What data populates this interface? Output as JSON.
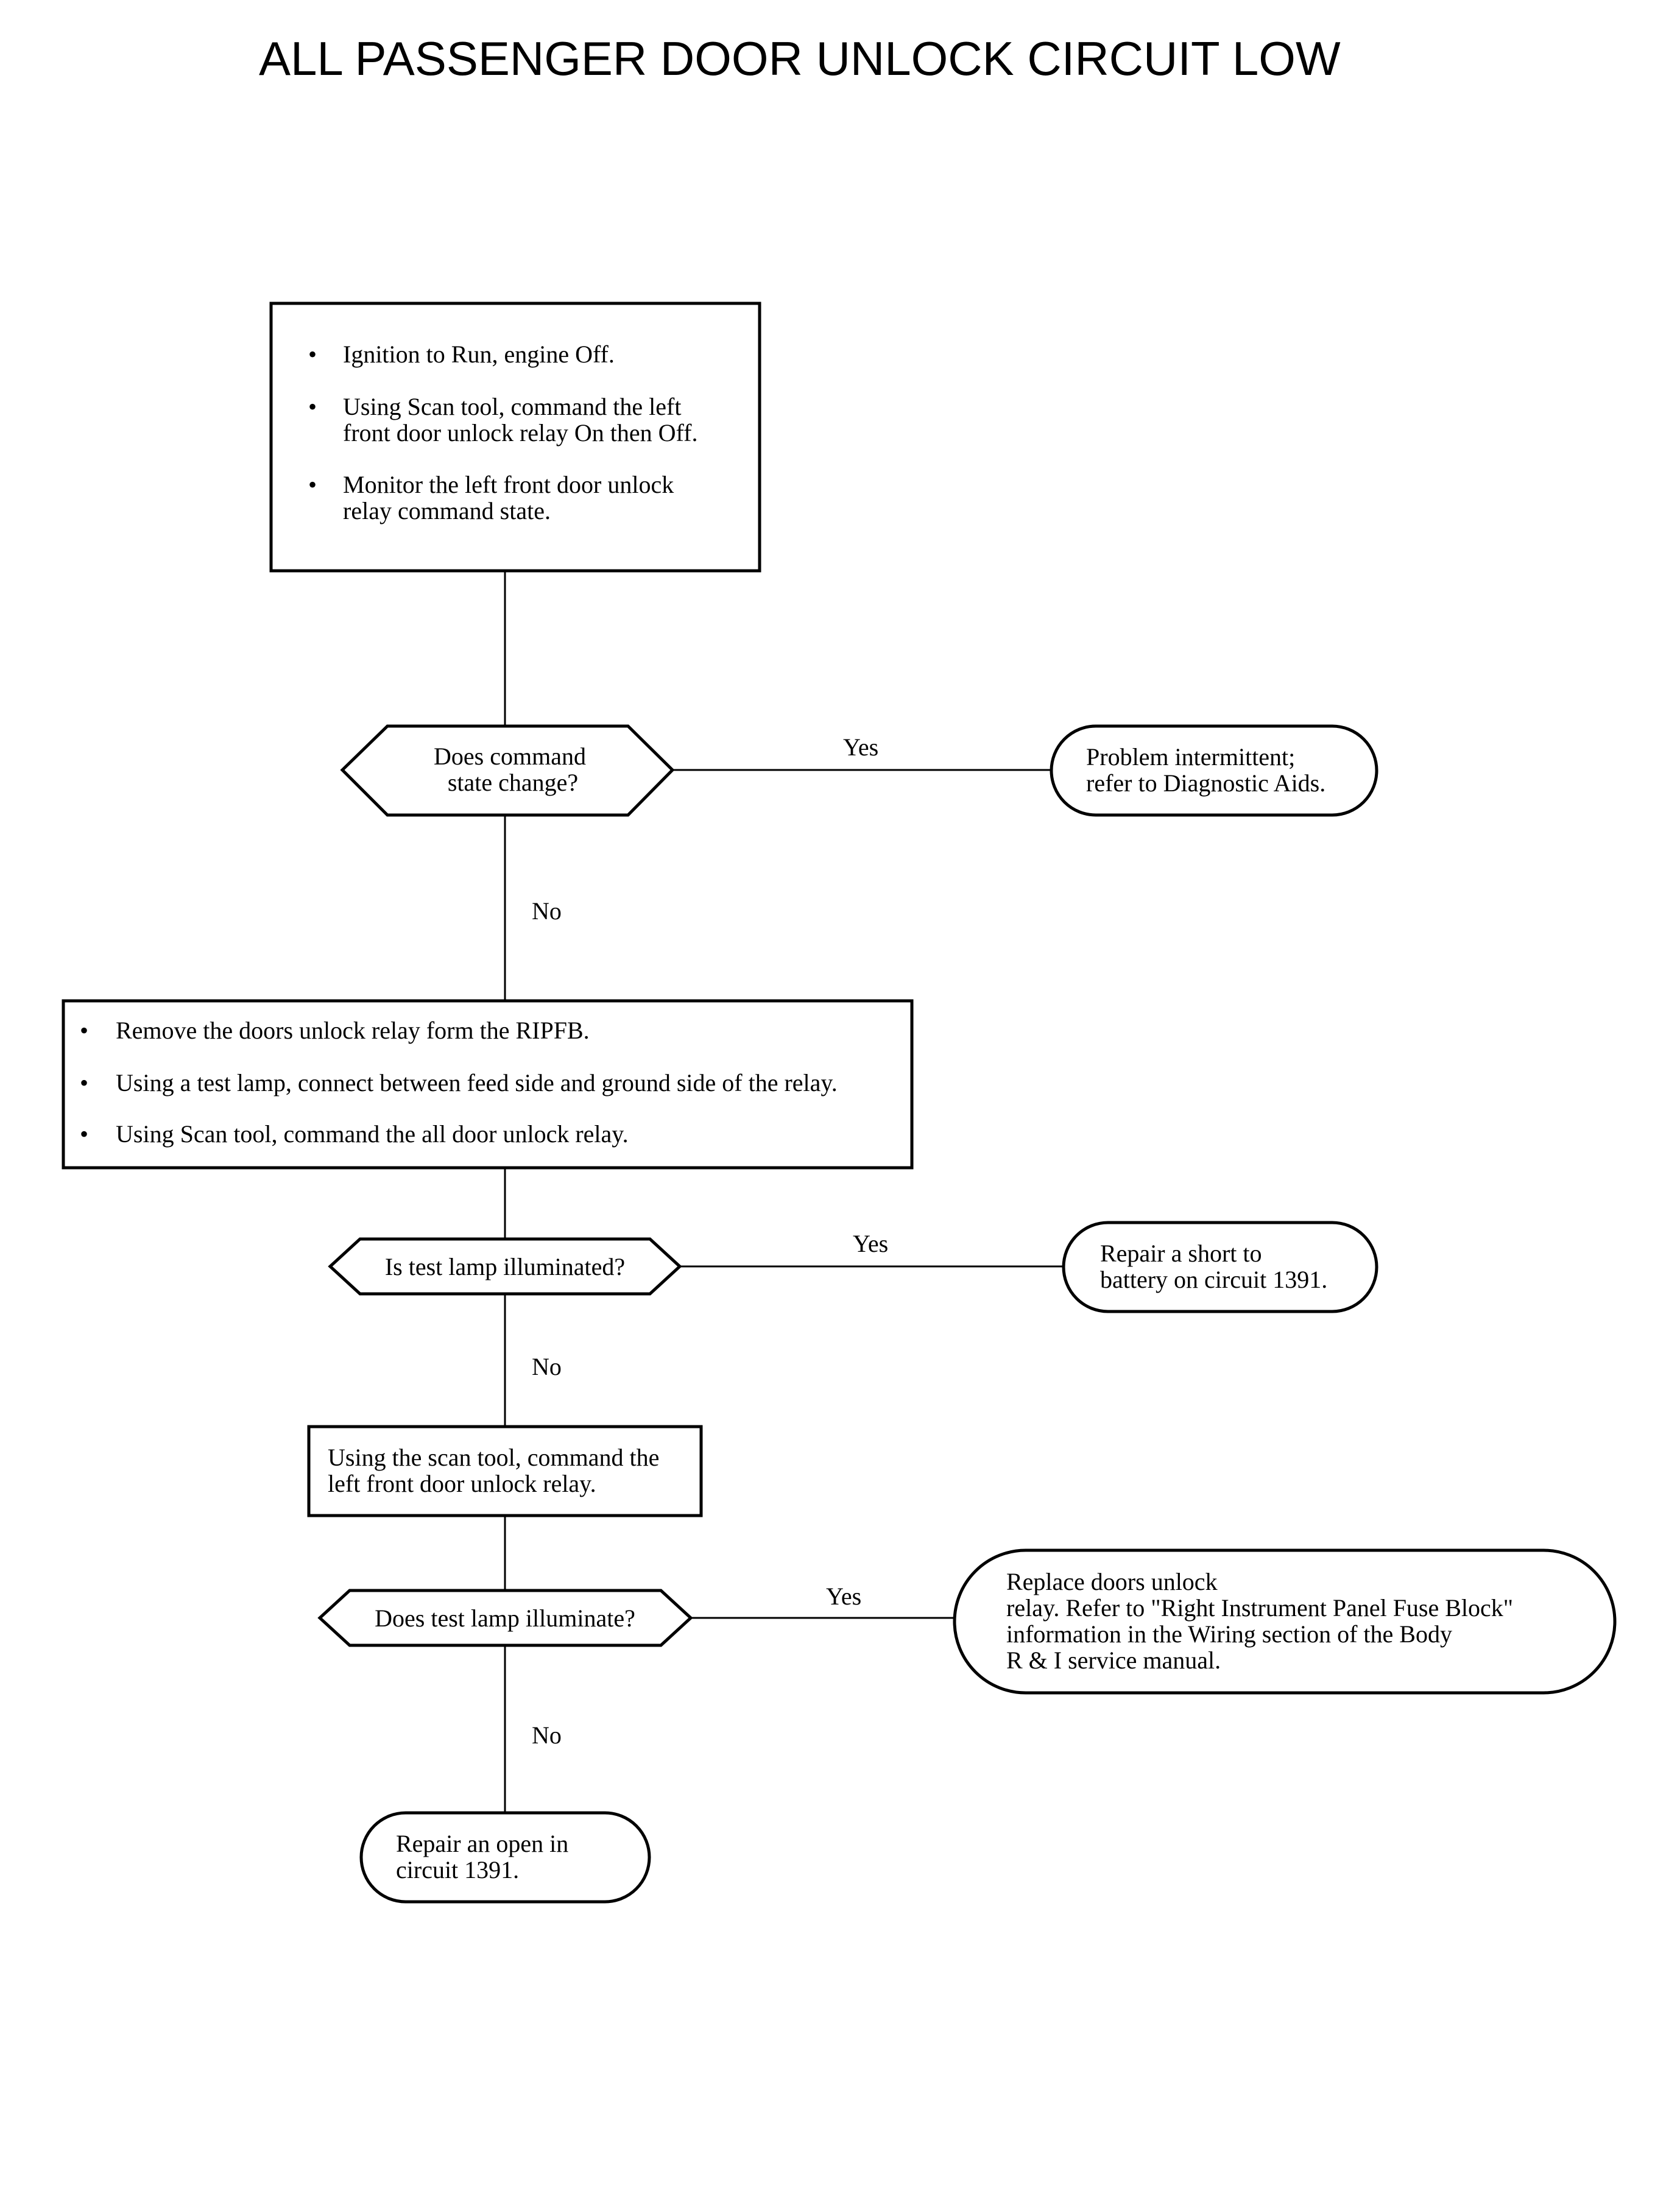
{
  "title": "ALL PASSENGER DOOR UNLOCK CIRCUIT LOW",
  "bullet": "•",
  "step1": {
    "items": [
      [
        "Ignition to Run, engine Off."
      ],
      [
        "Using Scan tool, command the left",
        "front door unlock relay On then Off."
      ],
      [
        "Monitor the left front door unlock",
        "relay command state."
      ]
    ]
  },
  "decision1": {
    "lines": [
      "Does command",
      "state change?"
    ]
  },
  "yes1": "Yes",
  "result1": {
    "lines": [
      "Problem intermittent;",
      "refer to Diagnostic Aids."
    ]
  },
  "no1": "No",
  "step2": {
    "items": [
      [
        "Remove the doors unlock relay form the RIPFB."
      ],
      [
        "Using a test lamp, connect between feed side and ground side of the relay."
      ],
      [
        "Using Scan tool, command the all door unlock relay."
      ]
    ]
  },
  "decision2": {
    "lines": [
      "Is test lamp illuminated?"
    ]
  },
  "yes2": "Yes",
  "result2": {
    "lines": [
      "Repair a short to",
      "battery on circuit 1391."
    ]
  },
  "no2": "No",
  "step3": {
    "lines": [
      "Using the scan tool, command the",
      "left front door unlock relay."
    ]
  },
  "decision3": {
    "lines": [
      "Does test lamp illuminate?"
    ]
  },
  "yes3": "Yes",
  "result3": {
    "lines": [
      "Replace doors unlock",
      "relay.  Refer to \"Right Instrument Panel Fuse Block\"",
      "information in the Wiring section of the Body",
      "R & I service manual."
    ]
  },
  "no3": "No",
  "result4": {
    "lines": [
      "Repair an open in",
      "circuit 1391."
    ]
  }
}
